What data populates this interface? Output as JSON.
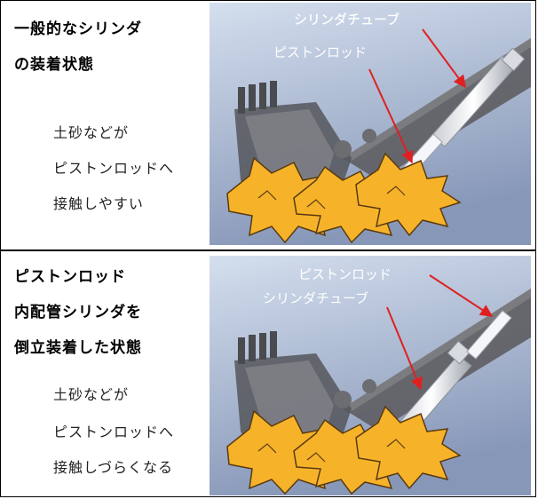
{
  "panels": [
    {
      "title_lines": [
        "一般的なシリンダ",
        "の装着状態"
      ],
      "body_lines": [
        "土砂などが",
        "ピストンロッドへ",
        "接触しやすい"
      ],
      "labels": {
        "cylinder_tube": "シリンダチューブ",
        "piston_rod": "ピストンロッド"
      }
    },
    {
      "title_lines": [
        "ピストンロッド",
        "内配管シリンダを",
        "倒立装着した状態"
      ],
      "body_lines": [
        "土砂などが",
        "ピストンロッドへ",
        "接触しづらくなる"
      ],
      "labels": {
        "piston_rod": "ピストンロッド",
        "cylinder_tube": "シリンダチューブ"
      }
    }
  ],
  "colors": {
    "arrow": "#e02020",
    "soil_fill": "#f6b32a",
    "soil_stroke": "#5a3a10",
    "sky_top": "#c9d6e8",
    "sky_bottom": "#8fa2c2",
    "steel": "#6f6f72",
    "rod": "#eef0f3"
  }
}
